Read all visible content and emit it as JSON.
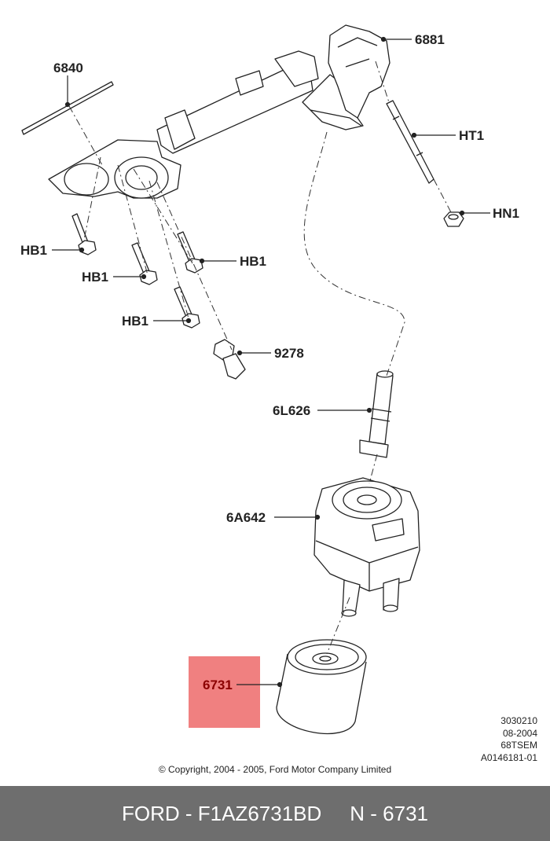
{
  "diagram": {
    "callouts": {
      "c6881": "6881",
      "c6840": "6840",
      "cHT1": "HT1",
      "cHN1": "HN1",
      "cHB1a": "HB1",
      "cHB1b": "HB1",
      "cHB1c": "HB1",
      "cHB1d": "HB1",
      "c9278": "9278",
      "c6L626": "6L626",
      "c6A642": "6A642",
      "c6731": "6731"
    },
    "highlight_color": "#f08080",
    "highlighted_part": "6731"
  },
  "meta": {
    "line1": "3030210",
    "line2": "08-2004",
    "line3": "68TSEM",
    "line4": "A0146181-01"
  },
  "copyright": "© Copyright, 2004 - 2005, Ford Motor Company Limited",
  "footer": {
    "part_number": "FORD - F1AZ6731BD",
    "reference": "N - 6731",
    "background": "#6e6e6e"
  }
}
